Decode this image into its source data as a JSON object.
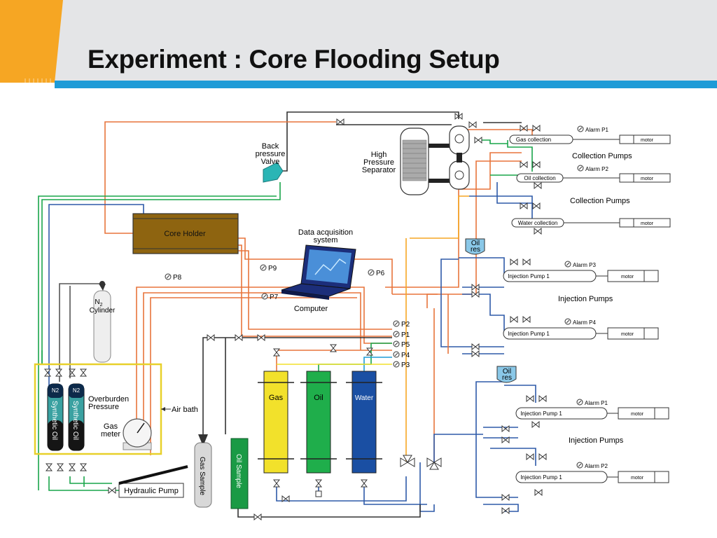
{
  "slide": {
    "title": "Experiment : Core Flooding Setup"
  },
  "colors": {
    "accent_orange": "#f6a623",
    "rule_blue": "#1e9bd7",
    "header_gray": "#e4e5e7",
    "line_orange": "#e8743b",
    "line_green": "#19a54a",
    "line_blue": "#2e5aa8",
    "line_dark": "#333333",
    "gas_yellow": "#f2e12b",
    "oil_green": "#1fae4b",
    "water_blue": "#1a4fa3",
    "core_brown": "#8e6410"
  },
  "diagram": {
    "core_holder": "Core Holder",
    "back_pressure_valve": [
      "Back",
      "pressure",
      "Valve"
    ],
    "high_pressure_separator": [
      "High",
      "Pressure",
      "Separator"
    ],
    "data_acquisition": [
      "Data acquisition",
      "system"
    ],
    "computer": "Computer",
    "n2_cylinder": [
      "N",
      "2",
      "Cylinder"
    ],
    "overburden_pressure": [
      "Overburden",
      "Pressure"
    ],
    "air_bath": "Air bath",
    "gas_meter": [
      "Gas",
      "meter"
    ],
    "hydraulic_pump": "Hydraulic Pump",
    "gas_sample": "Gas Sample",
    "oil_sample": "Oil Sample",
    "n2_tag": "N2",
    "synthetic_oil": "Synthetic Oil",
    "vessels": [
      "Gas",
      "Oil",
      "Water"
    ],
    "gauges": {
      "p1": "P1",
      "p2": "P2",
      "p3": "P3",
      "p4": "P4",
      "p5": "P5",
      "p6": "P6",
      "p7": "P7",
      "p8": "P8",
      "p9": "P9"
    },
    "collection": {
      "gas": "Gas collection",
      "oil": "Oil collection",
      "water": "Water collection",
      "label": "Collection Pumps",
      "alarm_1": "Alarm P1",
      "alarm_2": "Alarm P2"
    },
    "motor": "motor",
    "oil_res": [
      "Oil",
      "res"
    ],
    "injection_pump": "Injection Pump 1",
    "injection_pumps_label": "Injection Pumps",
    "alarm_p1": "Alarm P1",
    "alarm_p2": "Alarm P2",
    "alarm_p3": "Alarm P3",
    "alarm_p4": "Alarm P4"
  }
}
